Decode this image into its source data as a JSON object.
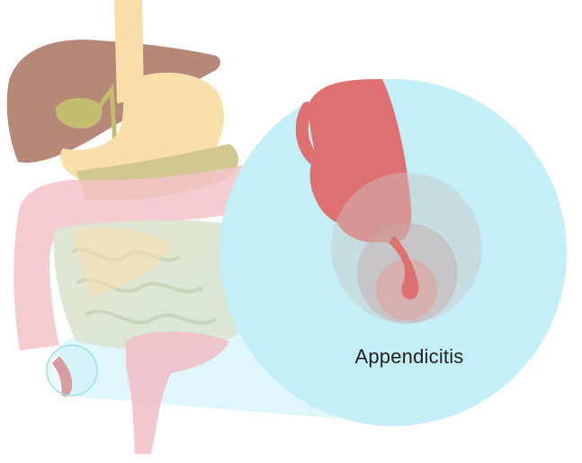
{
  "diagram": {
    "label": "Appendicitis",
    "organs": [
      "liver",
      "gallbladder",
      "esophagus",
      "stomach",
      "pancreas",
      "colon",
      "small-intestine",
      "rectum",
      "appendix"
    ],
    "colors": {
      "background": "#ffffff",
      "zoom_circle": "#c5eff8",
      "liver": "#b58878",
      "gallbladder": "#c4bd70",
      "stomach": "#f8dfaa",
      "esophagus": "#f8dfaa",
      "pancreas": "#d3c790",
      "colon": "#f3c3c8",
      "small_intestine": "#dbe4cf",
      "rectum": "#f1c1c8",
      "appendix": "#df7070",
      "inflammation": "#d9a7a7",
      "label_text": "#222222"
    }
  }
}
